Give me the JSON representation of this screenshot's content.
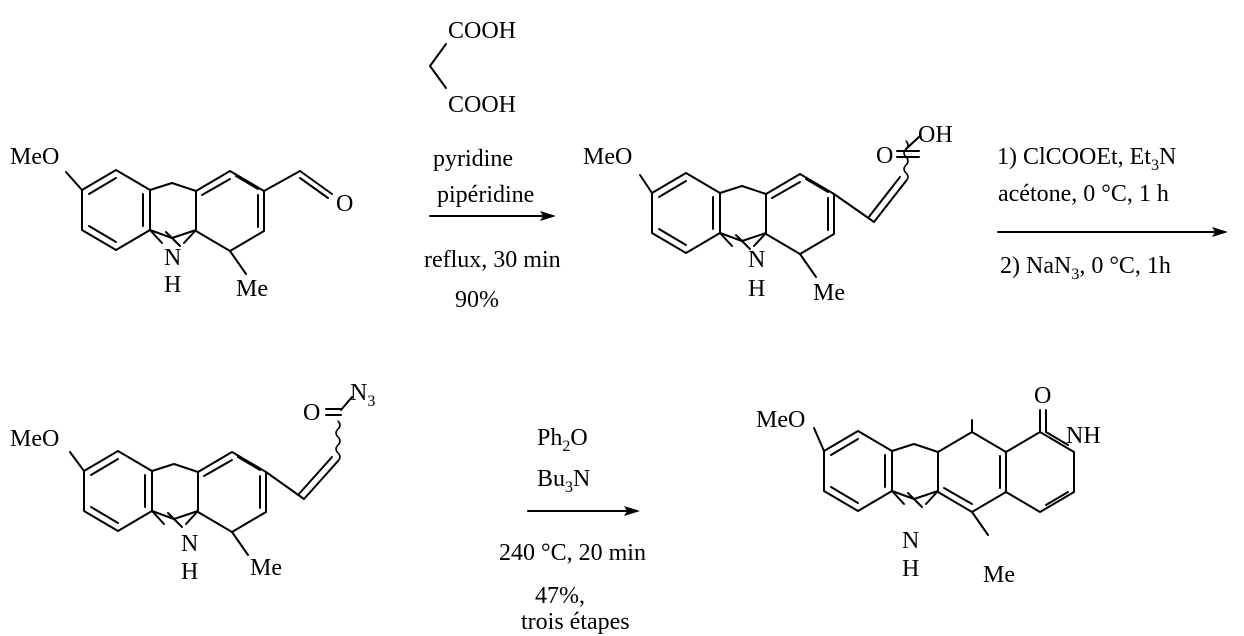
{
  "molecules": {
    "aldehyde": {
      "group": "MeO",
      "carbonyl": "O",
      "nh_n": "N",
      "nh_h": "H",
      "methyl": "Me"
    },
    "acid": {
      "group": "MeO",
      "carbonyl": "O",
      "oh": "OH",
      "nh_n": "N",
      "nh_h": "H",
      "methyl": "Me"
    },
    "azide": {
      "group": "MeO",
      "carbonyl": "O",
      "n3": "N",
      "n3_sub": "3",
      "nh_n": "N",
      "nh_h": "H",
      "methyl": "Me"
    },
    "product": {
      "group": "MeO",
      "carbonyl": "O",
      "nh": "NH",
      "nh_n": "N",
      "nh_h": "H",
      "methyl": "Me"
    }
  },
  "reagents": {
    "malonic": {
      "cooh_top": "COOH",
      "cooh_bottom": "COOH"
    },
    "step1": {
      "line1": "pyridine",
      "line2": "pipéridine",
      "line3": "reflux, 30 min",
      "yield": "90%"
    },
    "step2": {
      "line1_pre": "1) ClCOOEt, Et",
      "line1_sub": "3",
      "line1_post": "N",
      "line2": "acétone, 0 °C, 1 h",
      "line3_pre": "2) NaN",
      "line3_sub": "3",
      "line3_post": ", 0 °C, 1h"
    },
    "step3": {
      "line1_pre": "Ph",
      "line1_sub": "2",
      "line1_post": "O",
      "line2_pre": "Bu",
      "line2_sub": "3",
      "line2_post": "N",
      "line3": "240 °C, 20 min",
      "yield": "47%,",
      "yield_note": "trois étapes"
    }
  }
}
